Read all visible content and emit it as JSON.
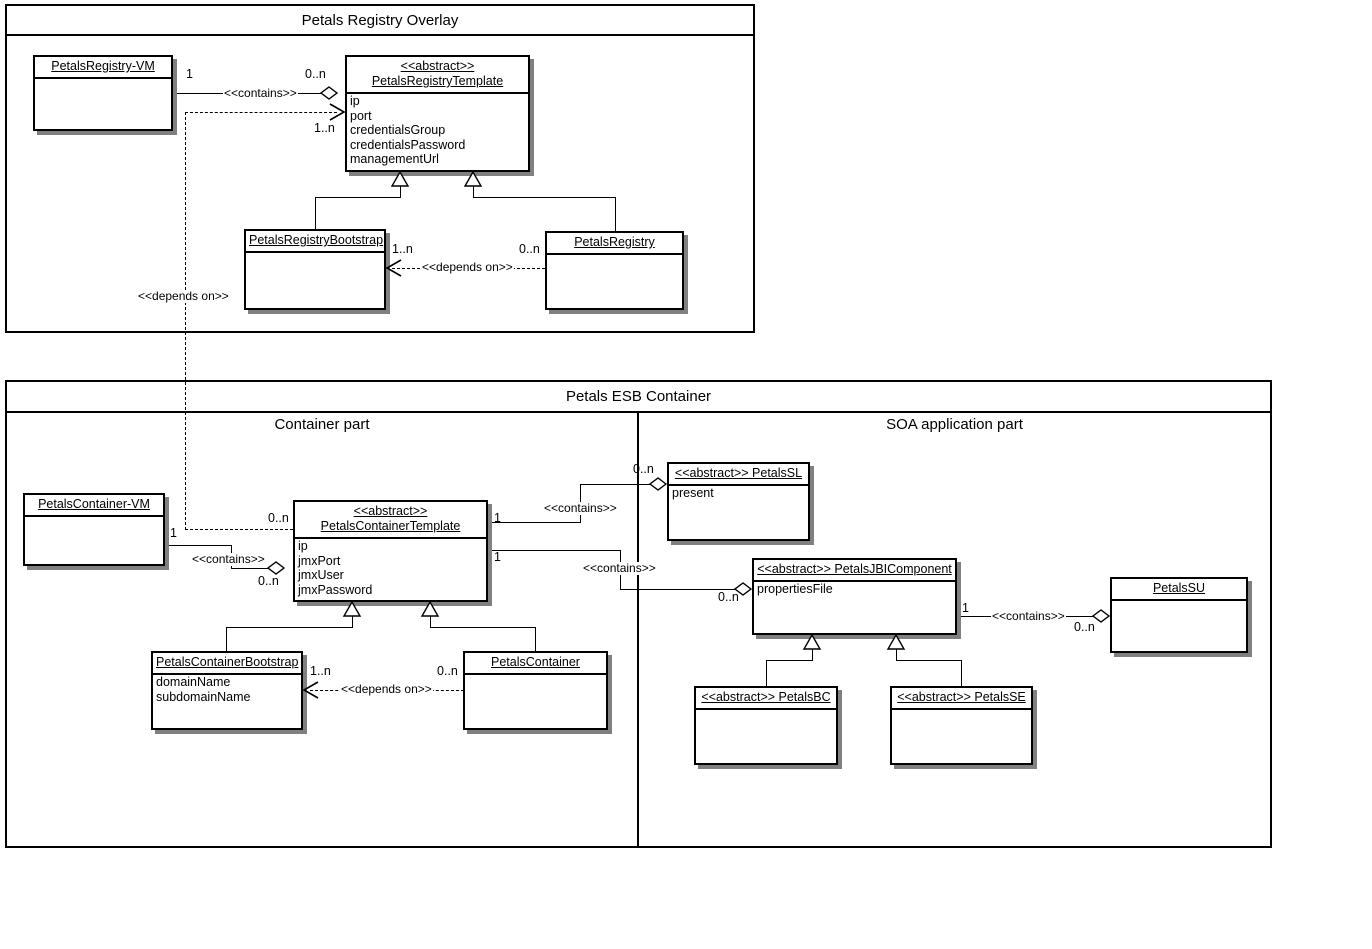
{
  "packages": {
    "registry_overlay": {
      "title": "Petals Registry Overlay"
    },
    "esb_container": {
      "title": "Petals ESB Container",
      "left_part_title": "Container part",
      "right_part_title": "SOA application part"
    }
  },
  "classes": {
    "petals_registry_vm": {
      "stereotype": "",
      "name": "PetalsRegistry-VM",
      "attributes": []
    },
    "petals_registry_template": {
      "stereotype": "<<abstract>>",
      "name": "PetalsRegistryTemplate",
      "attributes": [
        "ip",
        "port",
        "credentialsGroup",
        "credentialsPassword",
        "managementUrl"
      ]
    },
    "petals_registry_bootstrap": {
      "stereotype": "",
      "name": "PetalsRegistryBootstrap",
      "attributes": []
    },
    "petals_registry": {
      "stereotype": "",
      "name": "PetalsRegistry",
      "attributes": []
    },
    "petals_container_vm": {
      "stereotype": "",
      "name": "PetalsContainer-VM",
      "attributes": []
    },
    "petals_container_template": {
      "stereotype": "<<abstract>>",
      "name": "PetalsContainerTemplate",
      "attributes": [
        "ip",
        "jmxPort",
        "jmxUser",
        "jmxPassword"
      ]
    },
    "petals_container_bootstrap": {
      "stereotype": "",
      "name": "PetalsContainerBootstrap",
      "attributes": [
        "domainName",
        "subdomainName"
      ]
    },
    "petals_container": {
      "stereotype": "",
      "name": "PetalsContainer",
      "attributes": []
    },
    "petals_sl": {
      "stereotype": "<<abstract>>",
      "name": "PetalsSL",
      "inline_stereotype": "<<abstract>> PetalsSL",
      "attributes": [
        "present"
      ]
    },
    "petals_jbi_component": {
      "stereotype": "<<abstract>>",
      "name": "PetalsJBIComponent",
      "inline_stereotype": "<<abstract>> PetalsJBIComponent",
      "attributes": [
        "propertiesFile"
      ]
    },
    "petals_su": {
      "stereotype": "",
      "name": "PetalsSU",
      "attributes": []
    },
    "petals_bc": {
      "stereotype": "<<abstract>>",
      "name": "PetalsBC",
      "inline_stereotype": "<<abstract>> PetalsBC",
      "attributes": []
    },
    "petals_se": {
      "stereotype": "<<abstract>>",
      "name": "PetalsSE",
      "inline_stereotype": "<<abstract>> PetalsSE",
      "attributes": []
    }
  },
  "relations": {
    "contains_label": "<<contains>>",
    "depends_label": "<<depends on>>",
    "registry_vm_contains": {
      "label": "<<contains>>",
      "source_mult": "1",
      "target_mult": "0..n"
    },
    "registry_bootstrap_dep": {
      "label": "<<depends on>>",
      "source_mult": "1..n",
      "target_mult": "0..n"
    },
    "registry_template_dep_mult": "1..n",
    "vm_depends_on": "<<depends on>>",
    "container_vm_contains": {
      "label": "<<contains>>",
      "source_mult": "1",
      "target_mult": "0..n"
    },
    "container_dep": {
      "label": "<<depends on>>",
      "source_mult": "1..n",
      "target_mult": "0..n"
    },
    "template_sl_contains": {
      "label": "<<contains>>",
      "source_mult": "1",
      "target_mult": "0..n"
    },
    "template_jbi_contains": {
      "label": "<<contains>>",
      "source_mult": "1",
      "target_mult": "0..n"
    },
    "jbi_su_contains": {
      "label": "<<contains>>",
      "source_mult": "1",
      "target_mult": "0..n"
    },
    "template_dep_mult": "0..n"
  },
  "colors": {
    "line": "#000000",
    "shadow": "#808080",
    "background": "#ffffff"
  }
}
